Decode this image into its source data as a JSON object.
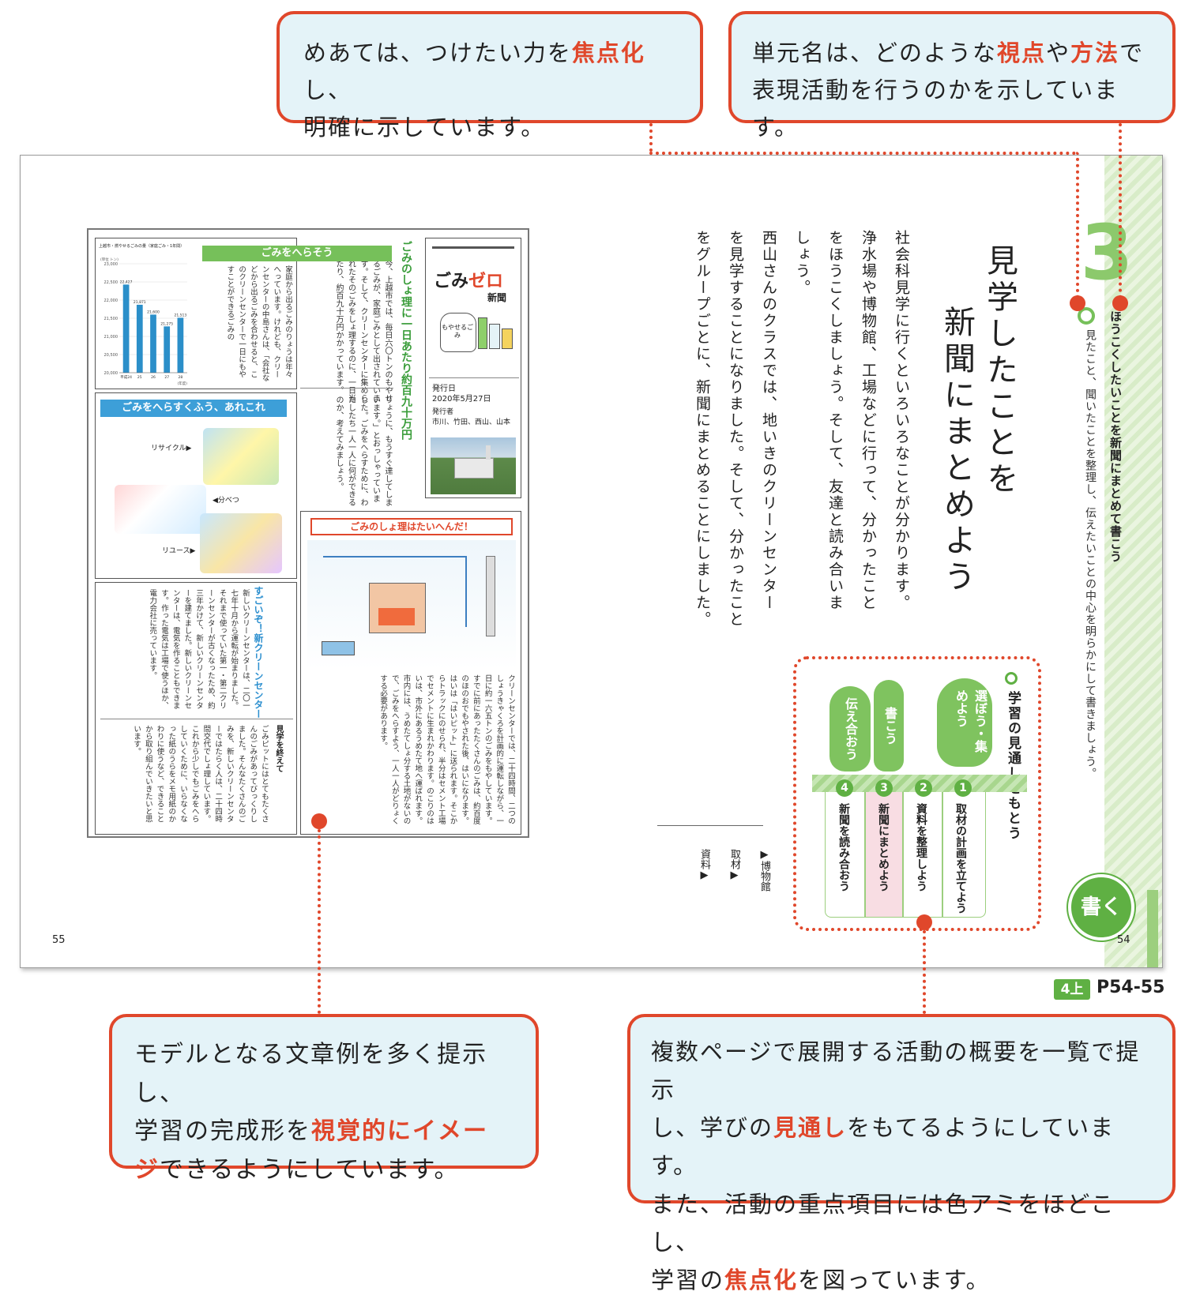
{
  "callouts": {
    "top_left": {
      "p1": "めあては、つけたい力を",
      "h1": "焦点化",
      "p2": "し、",
      "line2": "明確に示しています。"
    },
    "top_right": {
      "p1": "単元名は、どのような",
      "h1": "視点",
      "p2": "や",
      "h2": "方法",
      "p3": "で",
      "line2": "表現活動を行うのかを示しています。"
    },
    "bottom_left": {
      "line1": "モデルとなる文章例を多く提示し、",
      "p2": "学習の完成形を",
      "h1a": "視覚的にイメー",
      "h1b": "ジ",
      "p3": "できるようにしています。"
    },
    "bottom_right": {
      "line1": "複数ページで展開する活動の概要を一覧で提示",
      "p2": "し、学びの",
      "h1": "見通し",
      "p3": "をもてるようにしています。",
      "line3": "また、活動の重点項目には色アミをほどこし、",
      "p4": "学習の",
      "h2": "焦点化",
      "p5": "を図っています。"
    }
  },
  "page_ref": {
    "grade": "4上",
    "pages": "P54-55"
  },
  "right_page": {
    "unit_number": "3",
    "aim": "ほうこくしたいことを新聞にまとめて書こう",
    "aim_sub": "見たこと、聞いたことを整理し、伝えたいことの中心を明らかにして書きましょう。",
    "title_line1": "見学したことを",
    "title_line2": "新聞にまとめよう",
    "body": [
      "社会科見学に行くといろいろなことが分かります。",
      "浄水場や博物館、工場などに行って、分かったこと",
      "をほうこくしましょう。そして、友達と読み合いま",
      "しょう。",
      "西山さんのクラスでは、地いきのクリーンセンター",
      "を見学することになりました。そして、分かったこと",
      "をグループごとに、新聞にまとめることにしました。"
    ],
    "glossary": [
      "▶博物館",
      "取材▶",
      "資料▶"
    ],
    "outlook_title": "学習の見通しをもとう",
    "steps": [
      {
        "num": "1",
        "label": "取材の計画を立てよう"
      },
      {
        "num": "2",
        "label": "資料を整理しよう"
      },
      {
        "num": "3",
        "label": "新聞にまとめよう"
      },
      {
        "num": "4",
        "label": "新聞を読み合おう"
      }
    ],
    "trees": [
      "選ぼう・集めよう",
      "書こう",
      "伝え合おう"
    ],
    "kaku": "書く",
    "page_no": "54"
  },
  "left_page": {
    "page_no": "55",
    "masthead": {
      "name_a": "ごみ",
      "name_b": "ゼロ",
      "name_c": "新聞",
      "date": "発行日\n2020年5月27日",
      "publisher": "発行者\n市川、竹田、西山、山本",
      "bag_label": "もやせるごみ"
    },
    "headline": "ごみのしょ理に一日あたり約百九十万円",
    "article1": "今、上越市では、毎日六〇トンのもやせるごみが、家庭ごみとして出されています。そして、クリーンセンターに集められたそのごみをしょ理するのに、一日当たり、約百九十万円かかっています。",
    "article1b": "りょうに、もうすぐ達してしまいます。」とおっしゃっていました。ごみをへらすために、わたしたち一人一人に何ができるのか、考えてみましょう。",
    "banner_reduce": "ごみをへらそう",
    "article2": "家庭から出るごみのりょうは年々へっています。けれども、クリーンセンターの中島さんは、「会社などから出るごみを合わせると、このクリーンセンターで一日にもやすことができるごみの",
    "chart_caption": "上越市・燃やせるごみの量（家庭ごみ・1年間）",
    "banner_ideas": "ごみをへらすくふう、あれこれ",
    "idea_labels": [
      "リサイクル▶",
      "◀分べつ",
      "リユース▶"
    ],
    "banner_process": "ごみのしょ理はたいへんだ！",
    "article3": "クリーンセンターでは、二十四時間、二つのしょうきゃくろを計画的に運転しながら、一日に約一六五トンのごみをもやしています。すでに前にあったたくさんのごみは、約百度のほのおでもやされた後、はいになります。はいは「はいピット」に送られます。そこからトラックにのせられ、半分はセメント工場でセメントに生まれかわります。のこりのはいは、市外にあるうめたて地へ運ばれます。市内には、うめたてしょ分する土地がないので、ごみをへらすよう、一人一人がどりょくする必要があります。",
    "new_center_title": "すごいぞ！新クリーンセンター",
    "new_center_body": "新しいクリーンセンターは、二〇一七年十月から運転が始まりました。それまで使っていた第一・第二クリーンセンターが古くなったため、約三年かけて、新しいクリーンセンターを建てました。新しいクリーンセンターは、電気を作ることもできます。作った電気は工場で使うほか、電力会社に売っています。",
    "after_title": "見学を終えて",
    "after_body": "ごみピットにはとてもたくさんのごみがあってびっくりしました。そんなたくさんのごみを、新しいクリーンセンターではたらく人は、二十四時間交代でしょ理しています。これから少しでもごみをへらしていくために、いらなくなった紙のうらをメモ用紙のかわりに使うなど、できることから取り組んでいきたいと思います。"
  },
  "chart_data": {
    "type": "bar",
    "title": "上越市・燃やせるごみの量（家庭ごみ・1年間）",
    "categories": [
      "平成24",
      "25",
      "26",
      "27",
      "28"
    ],
    "values": [
      22427,
      21871,
      21600,
      21275,
      21513
    ],
    "ylabel": "(単位 トン)",
    "xlabel": "(年度)",
    "ylim": [
      20000,
      23000
    ],
    "color": "#2b8fc9"
  },
  "colors": {
    "accent": "#e0472b",
    "green": "#76c05a",
    "callout_bg": "#e4f3f8",
    "blue_banner": "#3d9fd8"
  }
}
